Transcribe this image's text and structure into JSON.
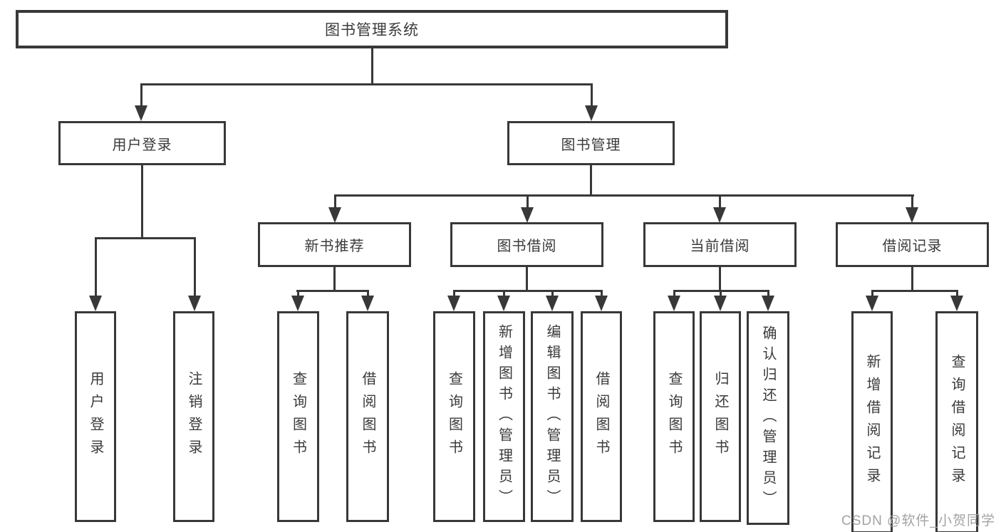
{
  "tree": {
    "root": {
      "label": "图书管理系统"
    },
    "branches": [
      {
        "label": "用户登录",
        "children": [
          {
            "label": "用户登录"
          },
          {
            "label": "注销登录"
          }
        ]
      },
      {
        "label": "图书管理",
        "children": [
          {
            "label": "新书推荐",
            "children": [
              {
                "label": "查询图书"
              },
              {
                "label": "借阅图书"
              }
            ]
          },
          {
            "label": "图书借阅",
            "children": [
              {
                "label": "查询图书"
              },
              {
                "label": "新增图书（管理员）"
              },
              {
                "label": "编辑图书（管理员）"
              },
              {
                "label": "借阅图书"
              }
            ]
          },
          {
            "label": "当前借阅",
            "children": [
              {
                "label": "查询图书"
              },
              {
                "label": "归还图书"
              },
              {
                "label": "确认归还（管理员）"
              }
            ]
          },
          {
            "label": "借阅记录",
            "children": [
              {
                "label": "新增借阅记录"
              },
              {
                "label": "查询借阅记录"
              }
            ]
          }
        ]
      }
    ]
  },
  "watermark": "CSDN @软件_小贺同学",
  "colors": {
    "line": "#383838",
    "text": "#3a3a3a",
    "watermark": "#a3a3a3",
    "background": "#ffffff"
  }
}
